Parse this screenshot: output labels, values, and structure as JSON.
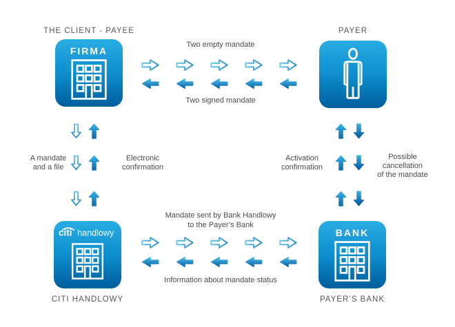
{
  "nodes": {
    "client": {
      "label": "THE CLIENT - PAYEE",
      "box_text": "FIRMA",
      "icon": "building-icon"
    },
    "payer": {
      "label": "PAYER",
      "icon": "person-icon"
    },
    "citi": {
      "label": "CITI HANDLOWY",
      "logo_primary": "citi",
      "logo_secondary": "handlowy",
      "icon": "building-icon"
    },
    "payers_bank": {
      "label": "PAYER’S BANK",
      "box_text": "BANK",
      "icon": "building-icon"
    }
  },
  "flows": {
    "top": {
      "forward_label": "Two empty mandate",
      "back_label": "Two signed mandate",
      "arrow_count": 5
    },
    "bottom": {
      "forward_label": "Mandate sent by Bank Handlowy\nto the Payer’s Bank",
      "back_label": "Information about mandate status",
      "arrow_count": 5
    },
    "left": {
      "down_label": "A mandate\nand a file",
      "up_label": "Electronic\nconfirmation",
      "pair_rows": 3
    },
    "right": {
      "up_label": "Activation\nconfirmation",
      "down_label": "Possible\ncancellation\nof the mandate",
      "pair_rows": 3
    }
  },
  "colors": {
    "background": "#FFFFFF",
    "box_gradient_top": "#2AACE3",
    "box_gradient_bottom": "#005E9D",
    "solid_arrow_light": "#49BCEB",
    "solid_arrow_dark": "#0B64A4",
    "down_arrow_dark": "#00569A",
    "outline_arrow_stroke": "#2E9FD8",
    "label_text": "#56575B",
    "caption_text": "#4B4C50",
    "icon_stroke": "#FFFFFF"
  }
}
